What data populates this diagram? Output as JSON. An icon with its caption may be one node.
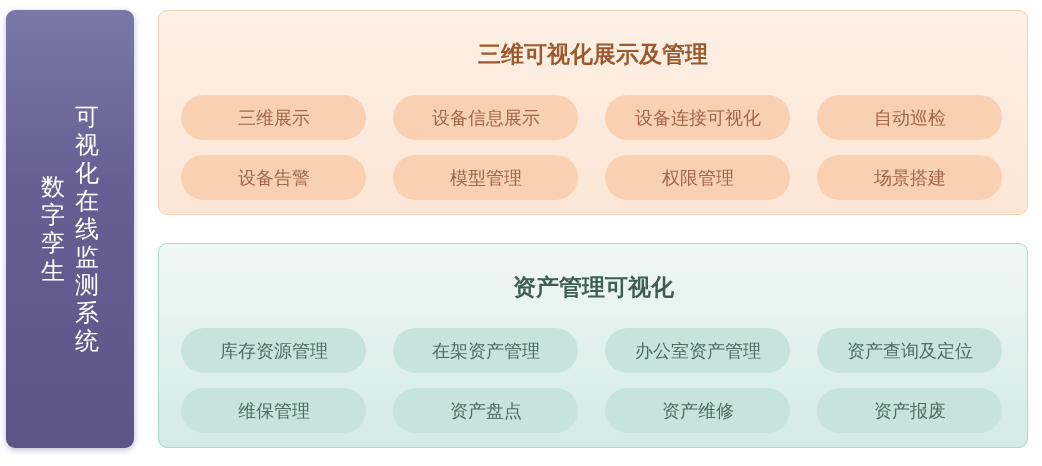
{
  "diagram": {
    "nodes": [
      {
        "text": [
          "数字孪生",
          "可视化在线监测系统"
        ]
      },
      {
        "text": [
          "三维可视化展示及管理"
        ]
      },
      {
        "text": [
          "三维展示"
        ],
        "in": 1
      },
      {
        "text": [
          "设备信息展示"
        ],
        "in": 1
      },
      {
        "text": [
          "设备连接可视化"
        ],
        "in": 1
      },
      {
        "text": [
          "自动巡检"
        ],
        "in": 1
      },
      {
        "text": [
          "设备告警"
        ],
        "in": 1
      },
      {
        "text": [
          "模型管理"
        ],
        "in": 1
      },
      {
        "text": [
          "权限管理"
        ],
        "in": 1
      },
      {
        "text": [
          "场景搭建"
        ],
        "in": 1
      },
      {
        "text": [
          "资产管理可视化"
        ]
      },
      {
        "text": [
          "库存资源管理"
        ],
        "in": 10
      },
      {
        "text": [
          "在架资产管理"
        ],
        "in": 10
      },
      {
        "text": [
          "办公室资产管理"
        ],
        "in": 10
      },
      {
        "text": [
          "资产查询及定位"
        ],
        "in": 10
      },
      {
        "text": [
          "维保管理"
        ],
        "in": 10
      },
      {
        "text": [
          "资产盘点"
        ],
        "in": 10
      },
      {
        "text": [
          "资产维修"
        ],
        "in": 10
      },
      {
        "text": [
          "资产报废"
        ],
        "in": 10
      }
    ]
  }
}
